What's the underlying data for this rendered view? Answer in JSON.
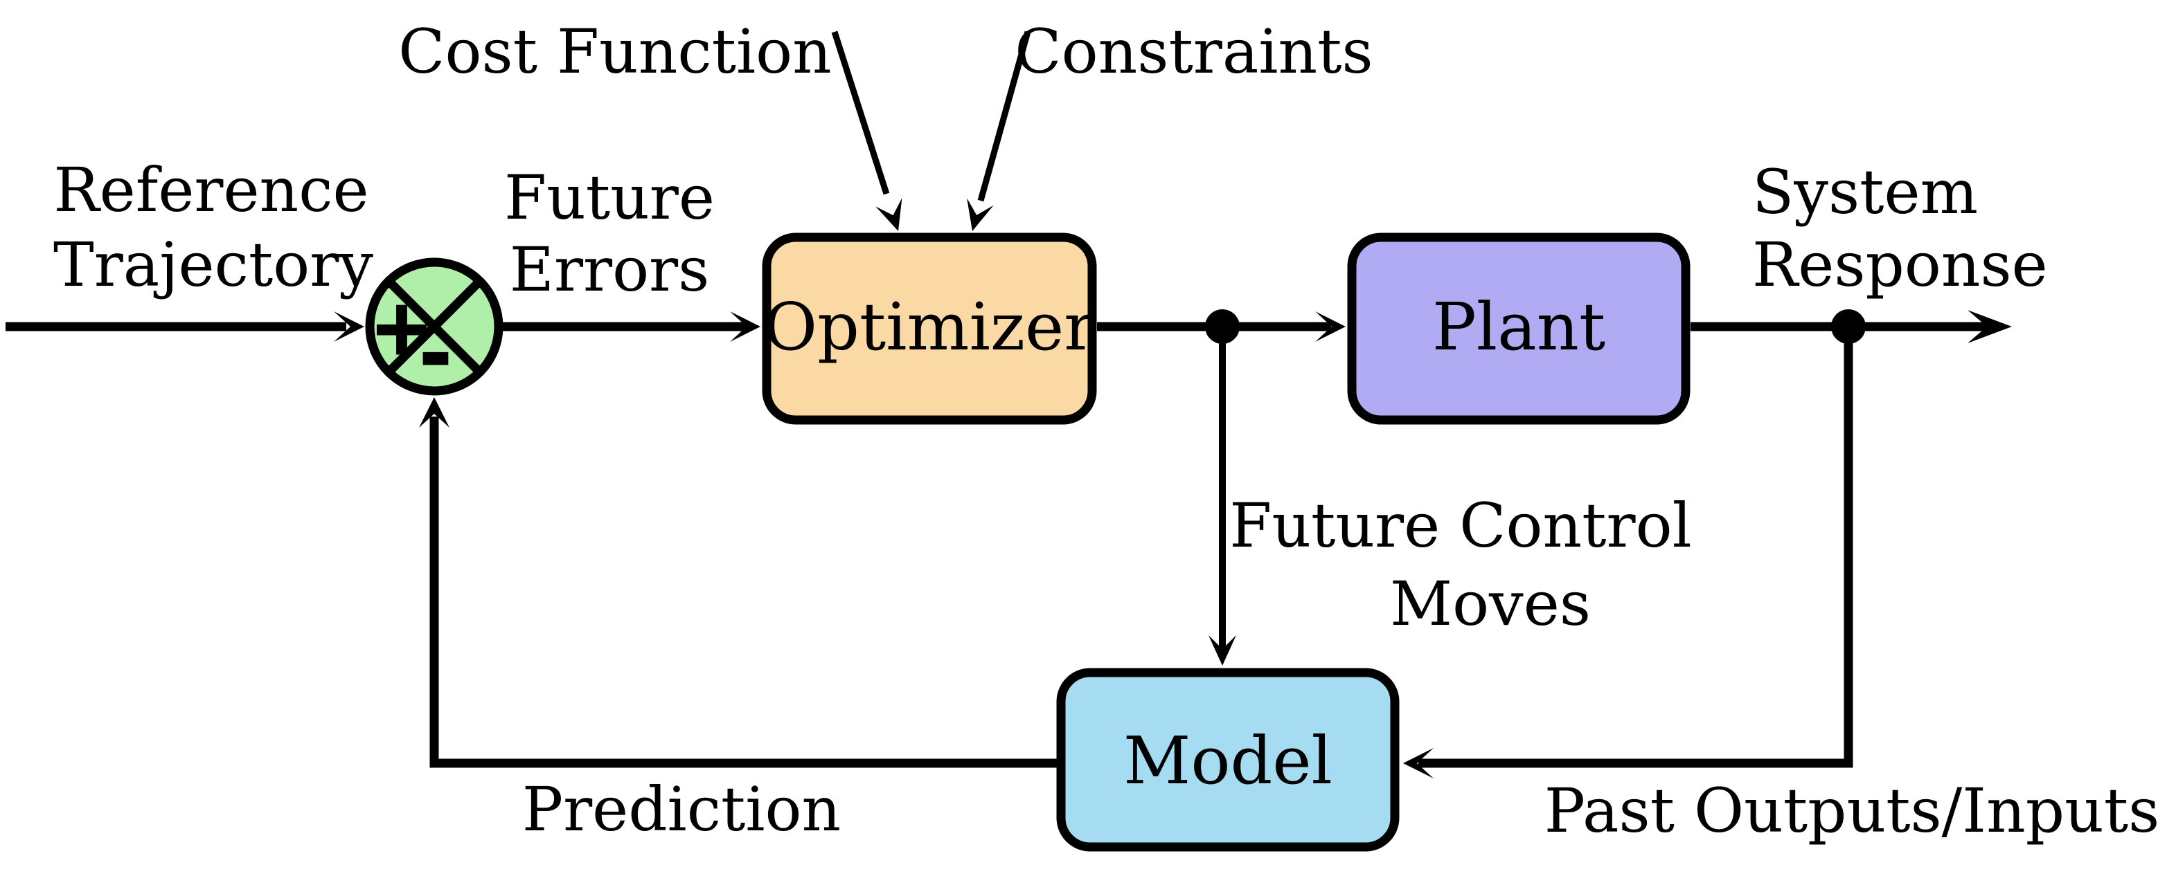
{
  "figure": {
    "kind": "block-diagram"
  },
  "colors": {
    "background": "#ffffff",
    "stroke": "#000000",
    "optimizer_fill": "#FBD9A5",
    "plant_fill": "#B1ABF4",
    "model_fill": "#A6DCF2",
    "sum_fill": "#B0EFA9"
  },
  "nodes": {
    "optimizer": {
      "label": "Optimizer"
    },
    "plant": {
      "label": "Plant"
    },
    "model": {
      "label": "Model"
    }
  },
  "sum": {
    "plus": "+",
    "minus": "-"
  },
  "labels": {
    "cost_function": "Cost Function",
    "constraints": "Constraints",
    "reference": {
      "line1": "Reference",
      "line2": "Trajectory"
    },
    "future_errors": {
      "line1": "Future",
      "line2": "Errors"
    },
    "system_response": {
      "line1": "System",
      "line2": "Response"
    },
    "future_control": {
      "line1": "Future Control",
      "line2": "Moves"
    },
    "prediction": "Prediction",
    "past_outputs_inputs": "Past Outputs/Inputs"
  }
}
